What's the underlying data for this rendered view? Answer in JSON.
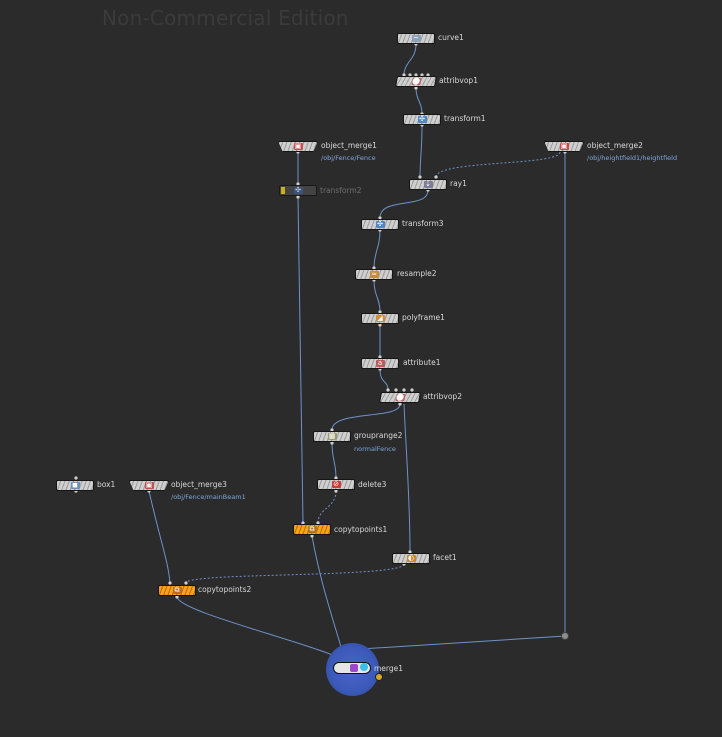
{
  "watermark": "Non-Commercial Edition",
  "nodes": {
    "curve1": {
      "label": "curve1"
    },
    "attribvop1": {
      "label": "attribvop1"
    },
    "transform1": {
      "label": "transform1"
    },
    "object_merge1": {
      "label": "object_merge1",
      "path": "/obj/Fence/Fence"
    },
    "object_merge2": {
      "label": "object_merge2",
      "path": "/obj/heightfield1/heightfield"
    },
    "transform2": {
      "label": "transform2"
    },
    "ray1": {
      "label": "ray1"
    },
    "transform3": {
      "label": "transform3"
    },
    "resample2": {
      "label": "resample2"
    },
    "polyframe1": {
      "label": "polyframe1"
    },
    "attribute1": {
      "label": "attribute1"
    },
    "attribvop2": {
      "label": "attribvop2"
    },
    "grouprange2": {
      "label": "grouprange2",
      "group": "normalFence"
    },
    "delete3": {
      "label": "delete3"
    },
    "box1": {
      "label": "box1"
    },
    "object_merge3": {
      "label": "object_merge3",
      "path": "/obj/Fence/mainBeam1"
    },
    "copytopoints1": {
      "label": "copytopoints1"
    },
    "facet1": {
      "label": "facet1"
    },
    "copytopoints2": {
      "label": "copytopoints2"
    },
    "merge1": {
      "label": "merge1"
    }
  },
  "colors": {
    "background": "#2b2b2b",
    "node_default": "#c8c8c8",
    "node_selected": "#f6a21c",
    "wire": "#6e92c9",
    "merge_ring": "#3d5bbf"
  }
}
